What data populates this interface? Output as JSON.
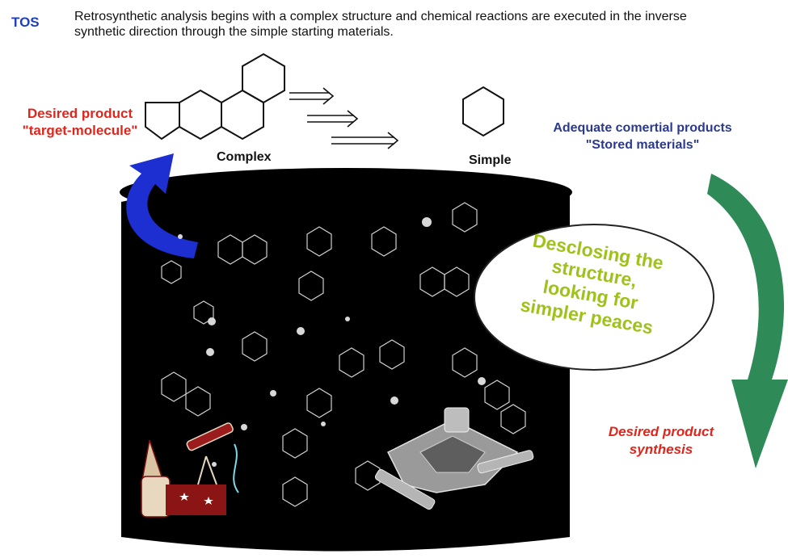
{
  "header": {
    "tag": "TOS",
    "description": "Retrosynthetic analysis begins with a complex structure and chemical reactions are executed in the inverse synthetic direction through the simple starting materials."
  },
  "labels": {
    "desired_target_line1": "Desired product",
    "desired_target_line2": "\"target-molecule\"",
    "complex": "Complex",
    "simple": "Simple",
    "stored_line1": "Adequate comertial products",
    "stored_line2": "\"Stored materials\"",
    "bubble_line1": "Desclosing the",
    "bubble_line2": "structure,",
    "bubble_line3": "looking for",
    "bubble_line4": "simpler peaces",
    "synthesis_line1": "Desired product",
    "synthesis_line2": "synthesis"
  },
  "colors": {
    "title_blue": "#1f3fbf",
    "label_red": "#e0261c",
    "label_navy": "#2b3a8f",
    "bubble_green": "#9fc21a",
    "arrow_blue": "#1d2fd0",
    "arrow_green": "#2e8b57",
    "drum": "#000000"
  },
  "icons": [
    "retro-arrow-icon",
    "blue-curved-arrow-icon",
    "green-curved-arrow-icon",
    "wizard-telescope-icon",
    "spaceship-icon"
  ]
}
